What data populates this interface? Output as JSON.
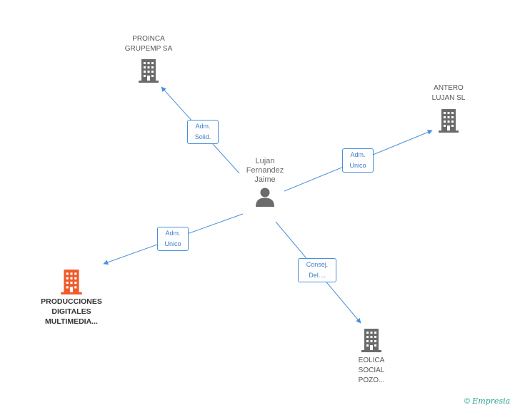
{
  "colors": {
    "edge": "#4a90d9",
    "building": "#6b6b6b",
    "building_highlight": "#f05a28",
    "person": "#6b6b6b",
    "brand": "#2aa18a"
  },
  "nodes": {
    "center": {
      "lines": [
        "Lujan",
        "Fernandez",
        "Jaime"
      ],
      "icon": "person-icon"
    },
    "proinca": {
      "lines": [
        "PROINCA",
        "GRUPEMP SA"
      ],
      "icon": "building-icon"
    },
    "antero": {
      "lines": [
        "ANTERO",
        "LUJAN  SL"
      ],
      "icon": "building-icon"
    },
    "producciones": {
      "lines": [
        "PRODUCCIONES",
        "DIGITALES",
        "MULTIMEDIA..."
      ],
      "icon": "building-icon"
    },
    "eolica": {
      "lines": [
        "EOLICA",
        "SOCIAL",
        "POZO..."
      ],
      "icon": "building-icon"
    }
  },
  "edges": {
    "proinca": [
      "Adm.",
      "Solid."
    ],
    "antero": [
      "Adm.",
      "Unico"
    ],
    "producciones": [
      "Adm.",
      "Unico"
    ],
    "eolica": [
      "Consej.",
      "Del...."
    ]
  },
  "footer": {
    "copyright": "©",
    "brand": "Empresia"
  }
}
